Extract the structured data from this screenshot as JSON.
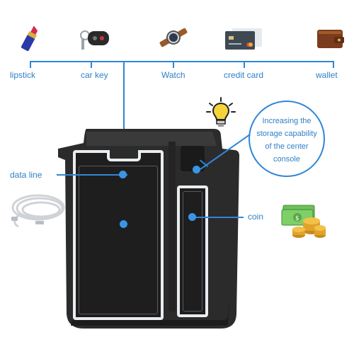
{
  "top_labels": {
    "lipstick": "lipstick",
    "car_key": "car key",
    "watch": "Watch",
    "credit_card": "credit card",
    "wallet": "wallet"
  },
  "side_labels": {
    "data_line": "data line",
    "coin": "coin"
  },
  "callout": {
    "line1": "Increasing the",
    "line2": "storage capability",
    "line3": "of the center",
    "line4": "console"
  },
  "colors": {
    "accent": "#2f86d6",
    "tray": "#2a2a2a",
    "mat_border": "#e9edf0"
  },
  "icons": [
    "lipstick-icon",
    "car-key-icon",
    "watch-icon",
    "credit-card-icon",
    "wallet-icon",
    "lightbulb-icon",
    "data-line-icon",
    "coin-money-icon"
  ]
}
